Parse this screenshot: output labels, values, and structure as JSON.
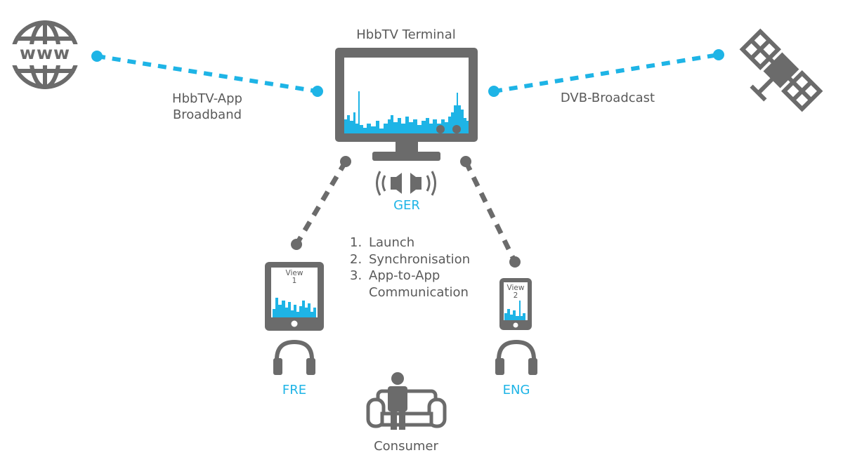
{
  "labels": {
    "terminal": "HbbTV Terminal",
    "broadband_line1": "HbbTV-App",
    "broadband_line2": "Broadband",
    "broadcast": "DVB-Broadcast",
    "ger": "GER",
    "fre": "FRE",
    "eng": "ENG",
    "consumer": "Consumer",
    "www": "www"
  },
  "steps": [
    {
      "num": "1.",
      "text": "Launch"
    },
    {
      "num": "2.",
      "text": "Synchronisation"
    },
    {
      "num": "3.",
      "text": "App-to-App"
    },
    {
      "num": "",
      "text": "Communication"
    }
  ],
  "devices": {
    "tablet": {
      "line1": "View",
      "line2": "1"
    },
    "phone": {
      "line1": "View",
      "line2": "2"
    }
  },
  "colors": {
    "accent": "#1eb4e6",
    "gray": "#6b6b6b",
    "text": "#5a5a5a"
  },
  "icons": [
    "globe-icon",
    "satellite-icon",
    "tv-icon",
    "speaker-icon",
    "tablet-icon",
    "phone-icon",
    "headphones-icon",
    "sofa-person-icon"
  ]
}
